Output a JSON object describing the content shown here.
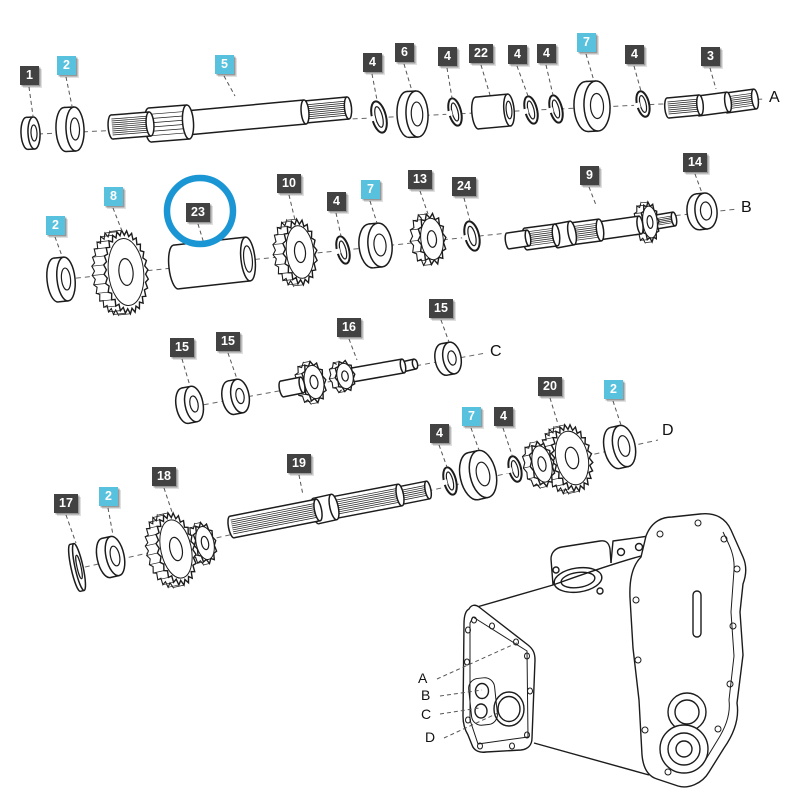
{
  "diagram": {
    "labels": [
      {
        "text": "1",
        "style": "dark"
      },
      {
        "text": "2",
        "style": "blue"
      },
      {
        "text": "5",
        "style": "blue"
      },
      {
        "text": "4",
        "style": "dark"
      },
      {
        "text": "6",
        "style": "dark"
      },
      {
        "text": "4",
        "style": "dark"
      },
      {
        "text": "22",
        "style": "dark"
      },
      {
        "text": "4",
        "style": "dark"
      },
      {
        "text": "4",
        "style": "dark"
      },
      {
        "text": "7",
        "style": "blue"
      },
      {
        "text": "4",
        "style": "dark"
      },
      {
        "text": "3",
        "style": "dark"
      },
      {
        "text": "2",
        "style": "blue"
      },
      {
        "text": "8",
        "style": "blue"
      },
      {
        "text": "23",
        "style": "dark",
        "circled": true
      },
      {
        "text": "10",
        "style": "dark"
      },
      {
        "text": "4",
        "style": "dark"
      },
      {
        "text": "7",
        "style": "blue"
      },
      {
        "text": "13",
        "style": "dark"
      },
      {
        "text": "24",
        "style": "dark"
      },
      {
        "text": "9",
        "style": "dark"
      },
      {
        "text": "14",
        "style": "dark"
      },
      {
        "text": "15",
        "style": "dark"
      },
      {
        "text": "15",
        "style": "dark"
      },
      {
        "text": "16",
        "style": "dark"
      },
      {
        "text": "15",
        "style": "dark"
      },
      {
        "text": "4",
        "style": "dark"
      },
      {
        "text": "7",
        "style": "blue"
      },
      {
        "text": "4",
        "style": "dark"
      },
      {
        "text": "20",
        "style": "dark"
      },
      {
        "text": "2",
        "style": "blue"
      },
      {
        "text": "17",
        "style": "dark"
      },
      {
        "text": "2",
        "style": "blue"
      },
      {
        "text": "18",
        "style": "dark"
      },
      {
        "text": "19",
        "style": "dark"
      }
    ],
    "axis_letters": {
      "a": "A",
      "b": "B",
      "c": "C",
      "d": "D"
    },
    "housing_letters": {
      "a": "A",
      "b": "B",
      "c": "C",
      "d": "D"
    },
    "colors": {
      "background": "#ffffff",
      "line": "#1c1c1c",
      "label_dark": "#424242",
      "label_blue": "#58c1de",
      "highlight": "#1a96d4"
    }
  }
}
